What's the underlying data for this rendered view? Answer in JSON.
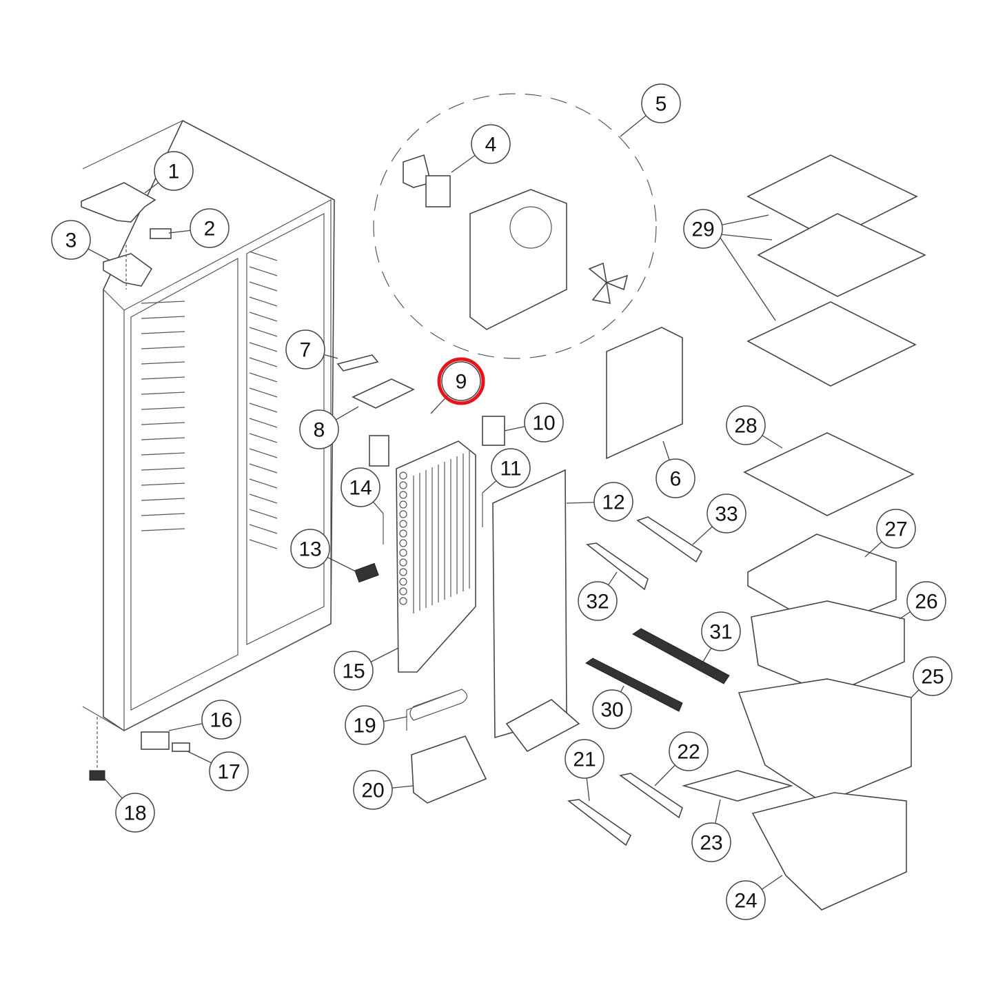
{
  "diagram": {
    "type": "exploded-parts-diagram",
    "callouts": [
      "1",
      "2",
      "3",
      "4",
      "5",
      "6",
      "7",
      "8",
      "9",
      "10",
      "11",
      "12",
      "13",
      "14",
      "15",
      "16",
      "17",
      "18",
      "19",
      "20",
      "21",
      "22",
      "23",
      "24",
      "25",
      "26",
      "27",
      "28",
      "29",
      "30",
      "31",
      "32",
      "33"
    ],
    "highlighted_callout": "9",
    "highlight_color": "#e8141b"
  }
}
